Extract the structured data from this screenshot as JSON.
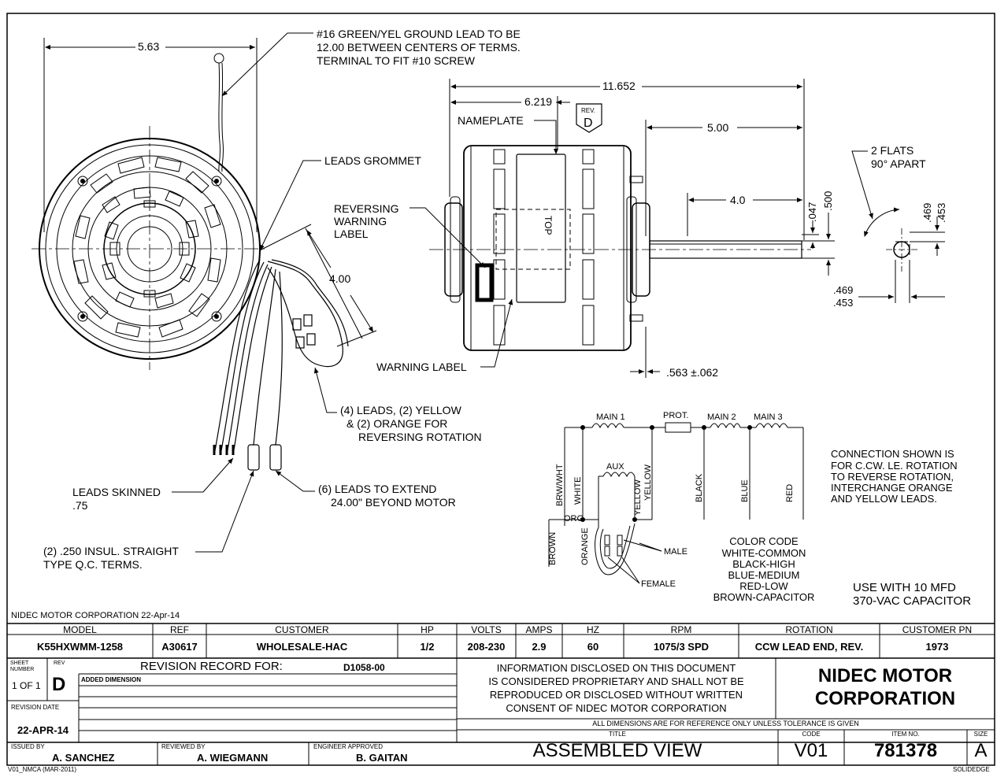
{
  "notes": {
    "dim_5_63": "5.63",
    "ground_lead_1": "#16 GREEN/YEL GROUND LEAD TO BE",
    "ground_lead_2": "12.00 BETWEEN CENTERS OF TERMS.",
    "ground_lead_3": "TERMINAL TO FIT #10 SCREW",
    "leads_grommet": "LEADS GROMMET",
    "reversing_1": "REVERSING",
    "reversing_2": "WARNING",
    "reversing_3": "LABEL",
    "dim_4_00": "4.00",
    "leads4_1": "(4) LEADS, (2) YELLOW",
    "leads4_2": "& (2) ORANGE FOR",
    "leads4_3": "REVERSING ROTATION",
    "skinned_1": "LEADS SKINNED",
    "skinned_2": ".75",
    "leads6_1": "(6) LEADS TO EXTEND",
    "leads6_2": "24.00\" BEYOND MOTOR",
    "terms_1": "(2) .250 INSUL. STRAIGHT",
    "terms_2": "TYPE Q.C. TERMS.",
    "dim_11_652": "11.652",
    "dim_6_219": "6.219",
    "rev_small": "REV.",
    "rev_letter": "D",
    "nameplate": "NAMEPLATE",
    "dim_5_00": "5.00",
    "dim_4_0": "4.0",
    "dim_047": ".047",
    "dim_500": ".500",
    "warning_label": "WARNING LABEL",
    "dim_563": ".563 ±.062",
    "flats_1": "2 FLATS",
    "flats_2": "90° APART",
    "dim_469": ".469",
    "dim_453": ".453",
    "top": "TOP"
  },
  "wiring": {
    "main1": "MAIN 1",
    "prot": "PROT.",
    "main2": "MAIN 2",
    "main3": "MAIN 3",
    "aux": "AUX",
    "brwwht": "BRW/WHT",
    "white": "WHITE",
    "yellow1": "YELLOW",
    "yellow2": "YELLOW",
    "black": "BLACK",
    "blue": "BLUE",
    "red": "RED",
    "org": "ORG",
    "brown": "BROWN",
    "orange": "ORANGE",
    "male": "MALE",
    "female": "FEMALE"
  },
  "connection_note": [
    "CONNECTION SHOWN IS",
    "FOR C.CW. LE. ROTATION",
    "TO REVERSE ROTATION,",
    "INTERCHANGE ORANGE",
    "AND YELLOW LEADS."
  ],
  "color_code": [
    "COLOR CODE",
    "WHITE-COMMON",
    "BLACK-HIGH",
    "BLUE-MEDIUM",
    "RED-LOW",
    "BROWN-CAPACITOR"
  ],
  "capacitor_note": [
    "USE WITH 10 MFD",
    "370-VAC CAPACITOR"
  ],
  "company_date": "NIDEC MOTOR CORPORATION 22-Apr-14",
  "title_block": {
    "headers": [
      "MODEL",
      "REF",
      "CUSTOMER",
      "HP",
      "VOLTS",
      "AMPS",
      "HZ",
      "RPM",
      "ROTATION",
      "CUSTOMER PN"
    ],
    "values": [
      "K55HXWMM-1258",
      "A30617",
      "WHOLESALE-HAC",
      "1/2",
      "208-230",
      "2.9",
      "60",
      "1075/3 SPD",
      "CCW LEAD END, REV.",
      "1973"
    ],
    "sheet_number_label": "SHEET NUMBER",
    "rev_label": "REV",
    "sheet_value": "1 OF 1",
    "rev_value": "D",
    "revision_record": "REVISION RECORD FOR:",
    "revision_doc": "D1058-00",
    "added_dimension": "ADDED DIMENSION",
    "revision_date_label": "REVISION DATE",
    "revision_date": "22-APR-14",
    "issued_by_label": "ISSUED BY",
    "issued_by": "A. SANCHEZ",
    "reviewed_by_label": "REVIEWED BY",
    "reviewed_by": "A. WIEGMANN",
    "engineer_label": "ENGINEER APPROVED",
    "engineer": "B. GAITAN",
    "info": [
      "INFORMATION DISCLOSED ON THIS DOCUMENT",
      "IS CONSIDERED PROPRIETARY AND SHALL NOT BE",
      "REPRODUCED OR DISCLOSED WITHOUT WRITTEN",
      "CONSENT OF NIDEC MOTOR CORPORATION"
    ],
    "company": [
      "NIDEC MOTOR",
      "CORPORATION"
    ],
    "dims_note": "ALL DIMENSIONS ARE FOR REFERENCE ONLY UNLESS TOLERANCE IS GIVEN",
    "title_label": "TITLE",
    "title": "ASSEMBLED VIEW",
    "code_label": "CODE",
    "code": "V01",
    "item_label": "ITEM NO.",
    "item": "781378",
    "size_label": "SIZE",
    "size": "A"
  },
  "footer_left": "V01_NMCA (MAR-2011)",
  "footer_right": "SOLIDEDGE"
}
